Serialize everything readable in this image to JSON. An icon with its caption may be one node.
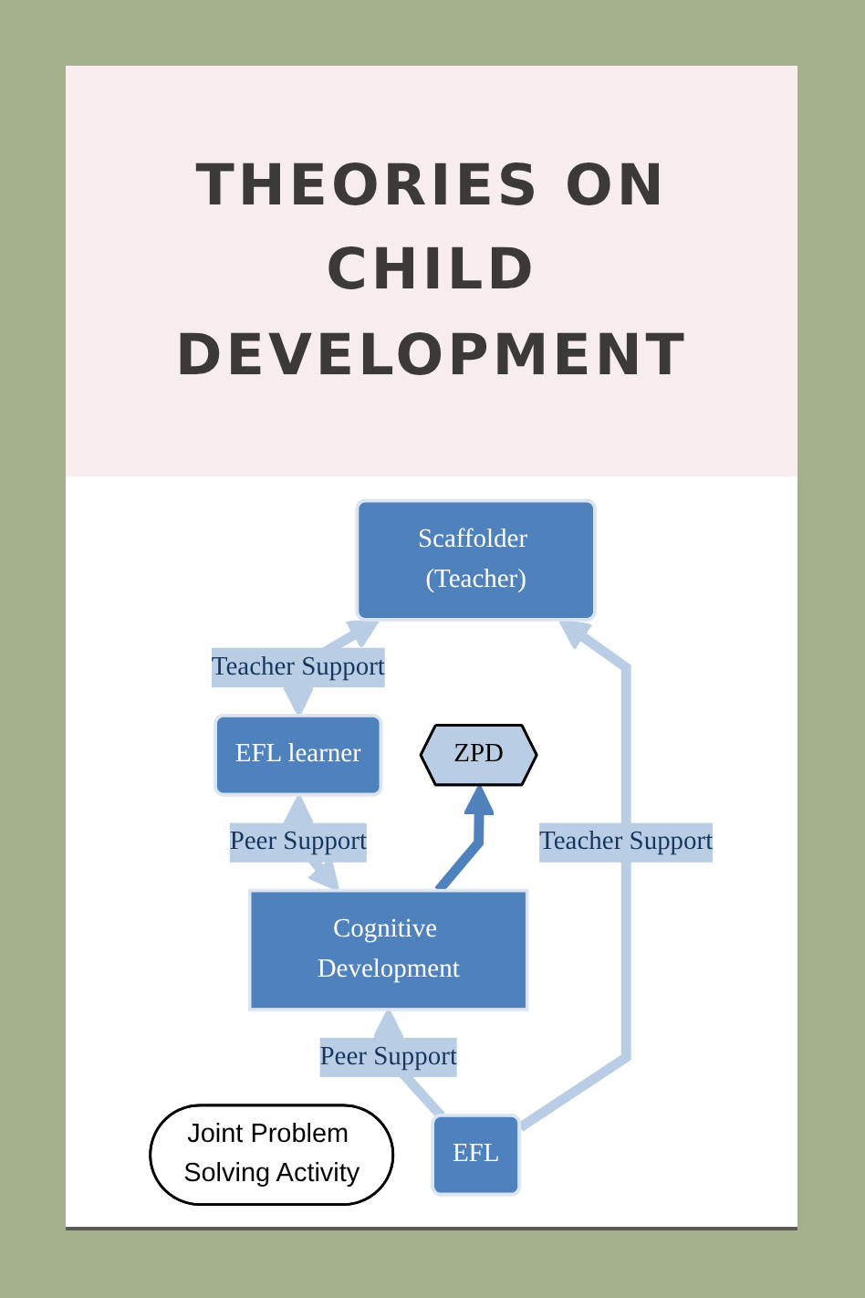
{
  "diagram": {
    "title": "THEORIES ON CHILD DEVELOPMENT",
    "nodes": [
      {
        "text": [
          "Scaffolder (Teacher)"
        ]
      },
      {
        "text": [
          "Joint Problem Solving Activity"
        ]
      },
      {
        "text": [
          "EFL learner"
        ]
      },
      {
        "text": [
          "ZPD"
        ]
      },
      {
        "text": [
          "EFL"
        ]
      },
      {
        "text": [
          "Cognitive Development"
        ]
      }
    ],
    "edges": [
      {
        "from": 2,
        "to": 0,
        "arrow": "both",
        "label": "Teacher Support"
      },
      {
        "from": 4,
        "to": 0,
        "arrow": "to",
        "label": "Teacher Support"
      },
      {
        "from": 5,
        "to": 2,
        "arrow": "both",
        "label": "Peer Support"
      },
      {
        "from": 4,
        "to": 5,
        "arrow": "to",
        "label": "Peer Support"
      },
      {
        "from": 5,
        "to": 3,
        "arrow": "to",
        "color": "#4f81bd"
      }
    ]
  }
}
